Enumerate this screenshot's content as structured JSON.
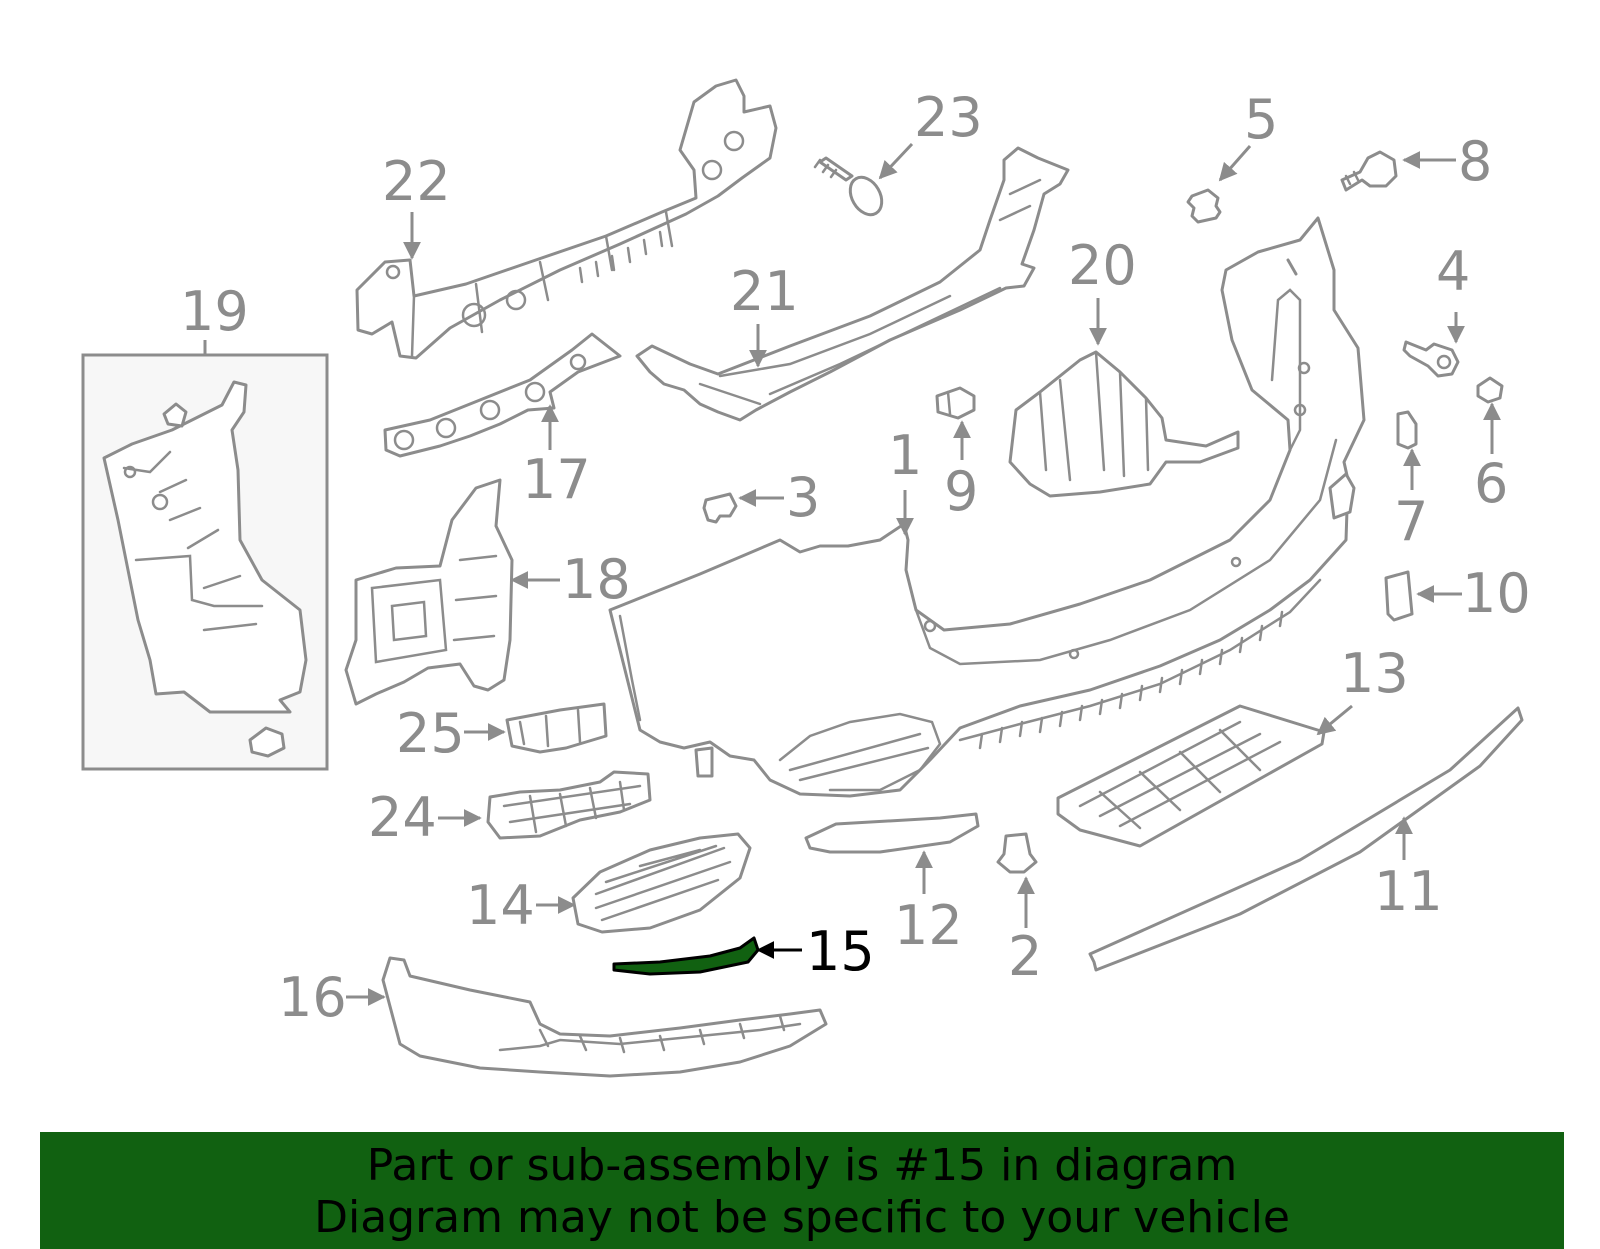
{
  "diagram": {
    "callouts": {
      "p1": "1",
      "p2": "2",
      "p3": "3",
      "p4": "4",
      "p5": "5",
      "p6": "6",
      "p7": "7",
      "p8": "8",
      "p9": "9",
      "p10": "10",
      "p11": "11",
      "p12": "12",
      "p13": "13",
      "p14": "14",
      "p15": "15",
      "p16": "16",
      "p17": "17",
      "p18": "18",
      "p19": "19",
      "p20": "20",
      "p21": "21",
      "p22": "22",
      "p23": "23",
      "p24": "24",
      "p25": "25"
    },
    "highlighted_part": "15",
    "colors": {
      "line": "#8c8c8c",
      "highlight_fill": "#116111",
      "banner_bg": "#116111",
      "inset_bg": "#f7f7f7"
    }
  },
  "banner": {
    "line1": "Part or sub-assembly is #15 in diagram",
    "line2": "Diagram may not be specific to your vehicle"
  }
}
